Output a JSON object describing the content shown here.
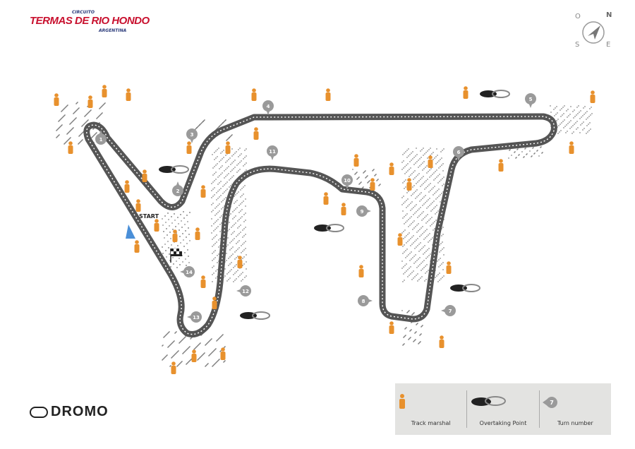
{
  "logo": {
    "top": "CIRCUITO",
    "main": "TERMAS DE RIO HONDO",
    "sub": "ARGENTINA"
  },
  "compass": {
    "n": "N",
    "o": "O",
    "s": "S",
    "e": "E"
  },
  "start_label": "START",
  "turns": [
    "1",
    "2",
    "3",
    "4",
    "5",
    "6",
    "7",
    "8",
    "9",
    "10",
    "11",
    "12",
    "13",
    "14"
  ],
  "brand": "DROMO",
  "legend": {
    "marshal": "Track marshal",
    "overtaking": "Overtaking Point",
    "turn": "Turn number",
    "turn_sample": "7"
  },
  "colors": {
    "marshal": "#e8912d",
    "track": "#555555",
    "turn_badge": "#9a9a9a",
    "logo_red": "#c8102e"
  }
}
